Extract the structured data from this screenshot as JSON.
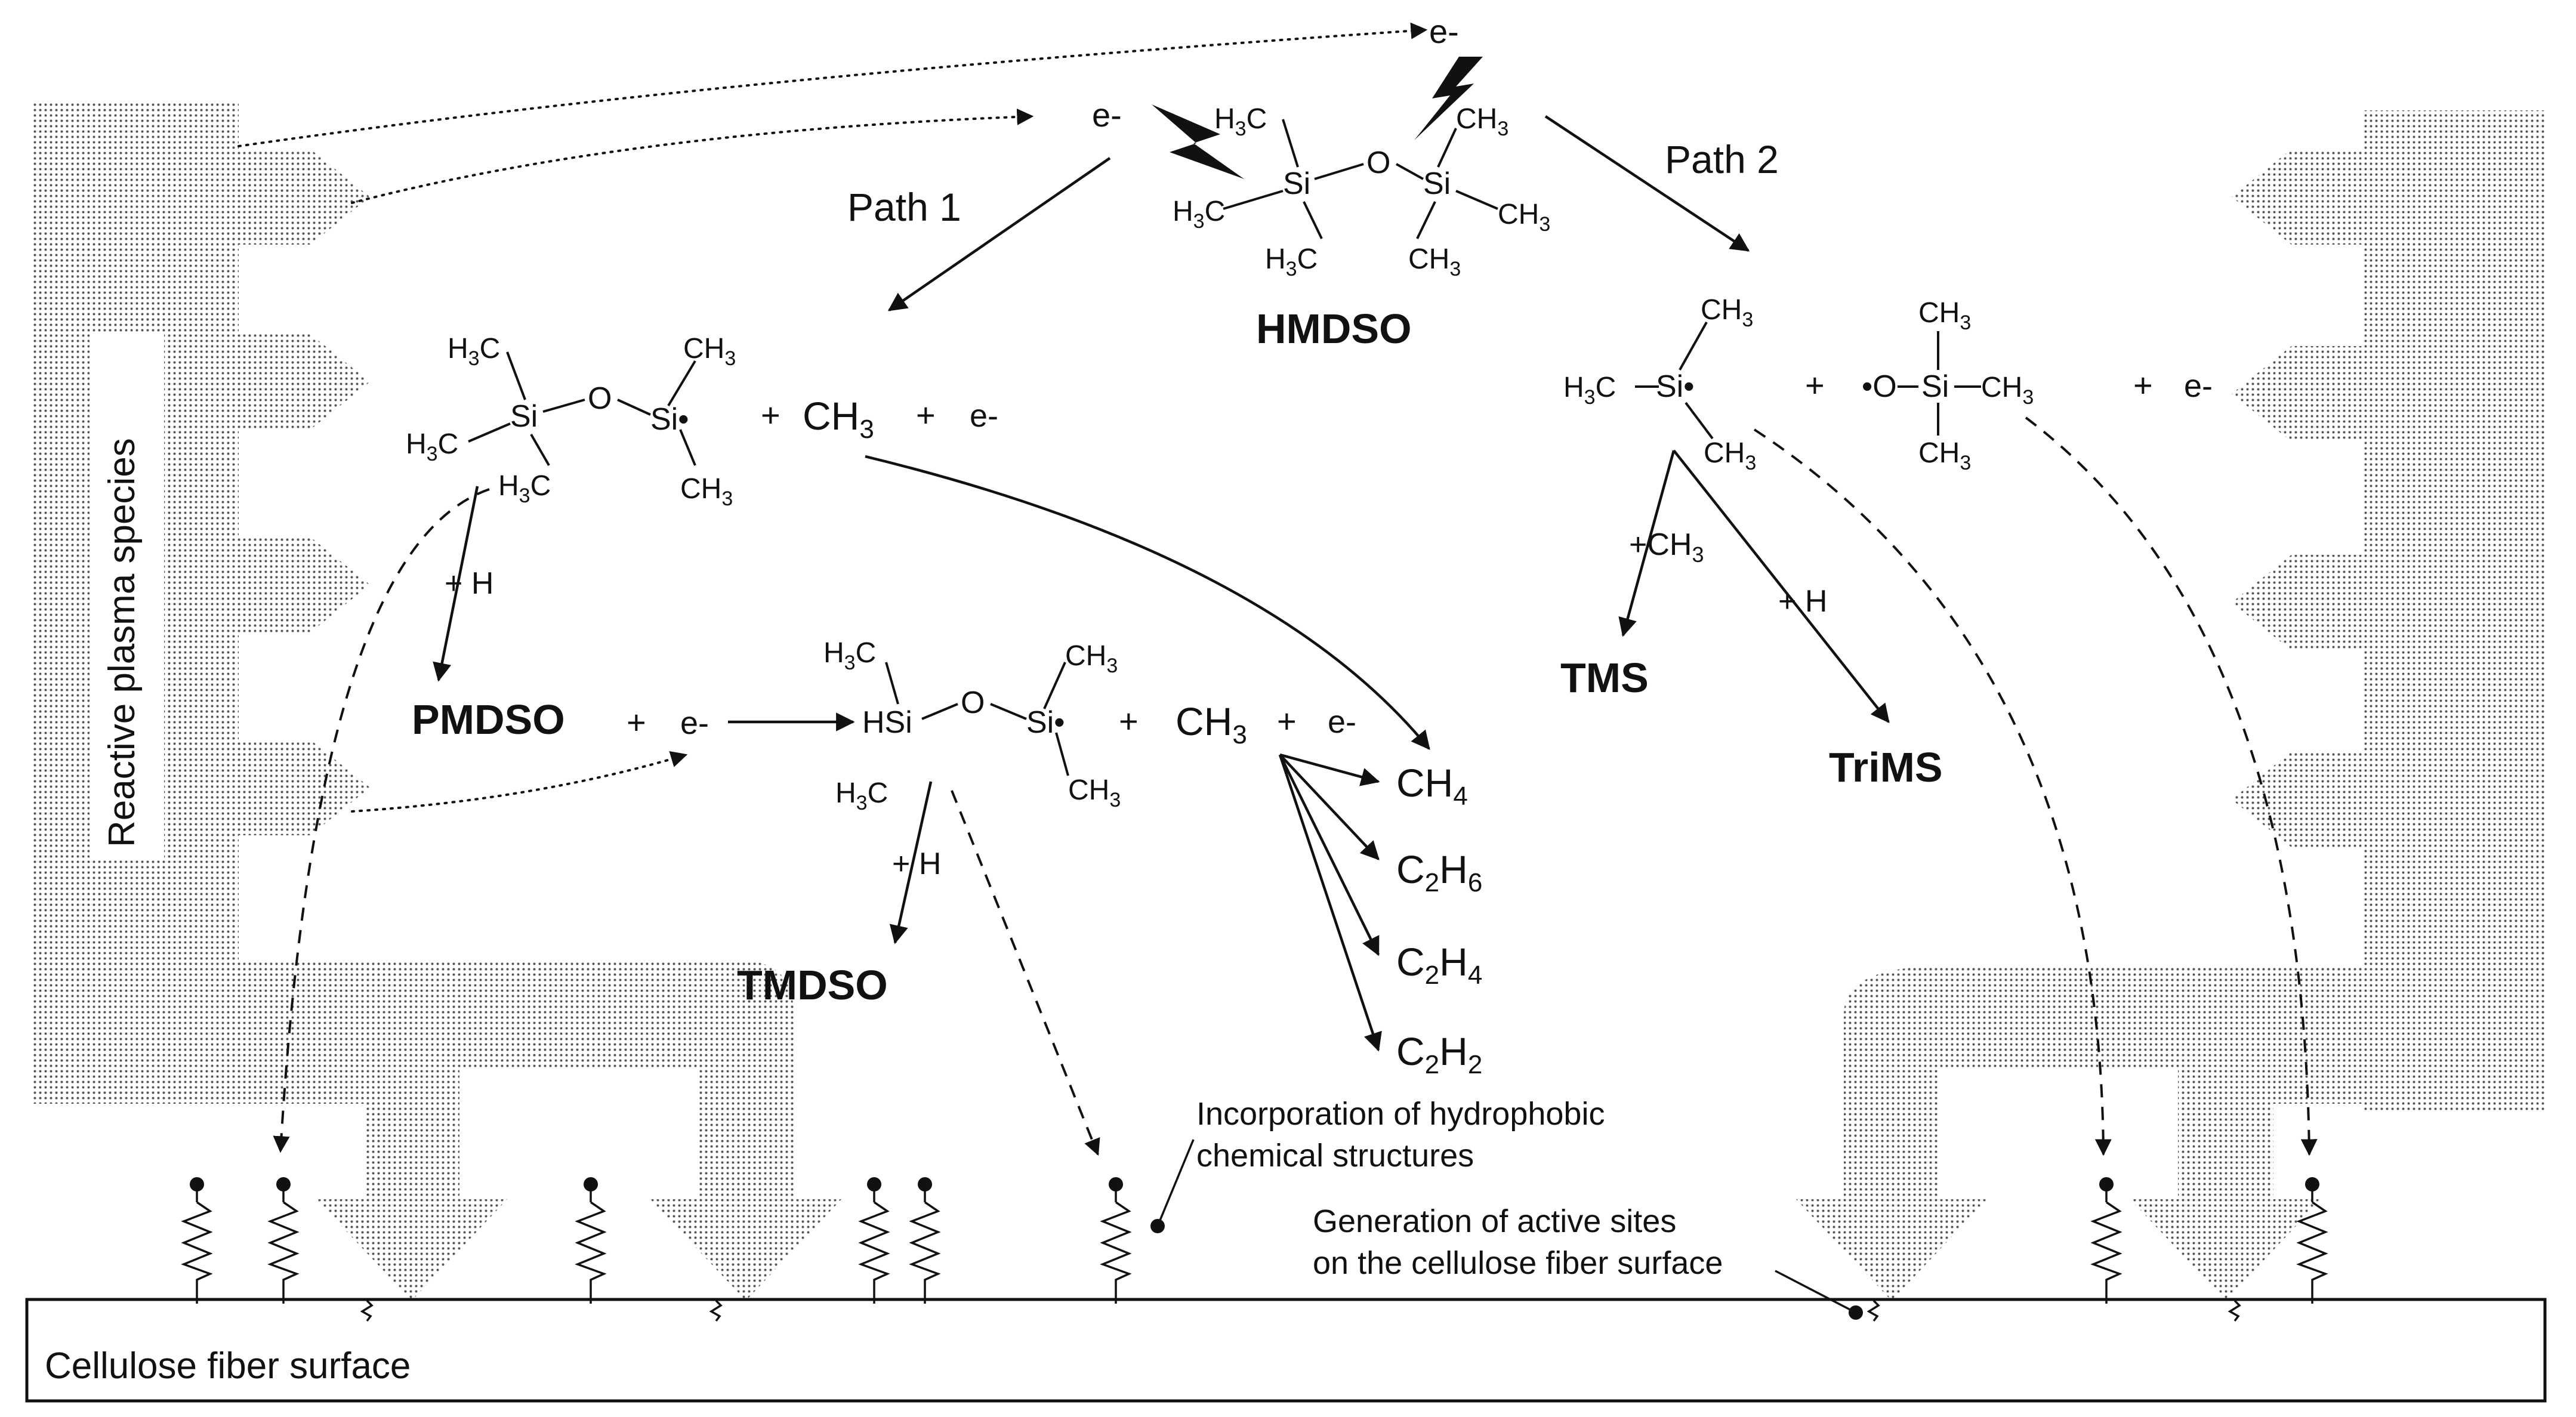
{
  "labels": {
    "side_label": "Reactive plasma species",
    "surface": "Cellulose fiber surface",
    "path1": "Path 1",
    "path2": "Path 2",
    "electron_top": "e-",
    "electron_mid": "e-",
    "hmdso": "HMDSO",
    "pmdso": "PMDSO",
    "tmdso": "TMDSO",
    "tms": "TMS",
    "trims": "TriMS",
    "incorporation_line1": "Incorporation of hydrophobic",
    "incorporation_line2": "chemical structures",
    "active_sites_line1": "Generation of active sites",
    "active_sites_line2": "on the cellulose fiber surface"
  },
  "reaction_terms": {
    "plus": "+",
    "electron": "e-",
    "plus_h": "+ H",
    "plus_ch3": "+CH3",
    "methyl": "CH3",
    "products": [
      "CH4",
      "C2H6",
      "C2H4",
      "C2H2"
    ]
  },
  "atoms": {
    "si": "Si",
    "o": "O",
    "hsi": "HSi",
    "radical_si": "Si•",
    "radical_o": "•O"
  },
  "colors": {
    "ink": "#111111",
    "dots": "#555555",
    "background": "#ffffff"
  }
}
